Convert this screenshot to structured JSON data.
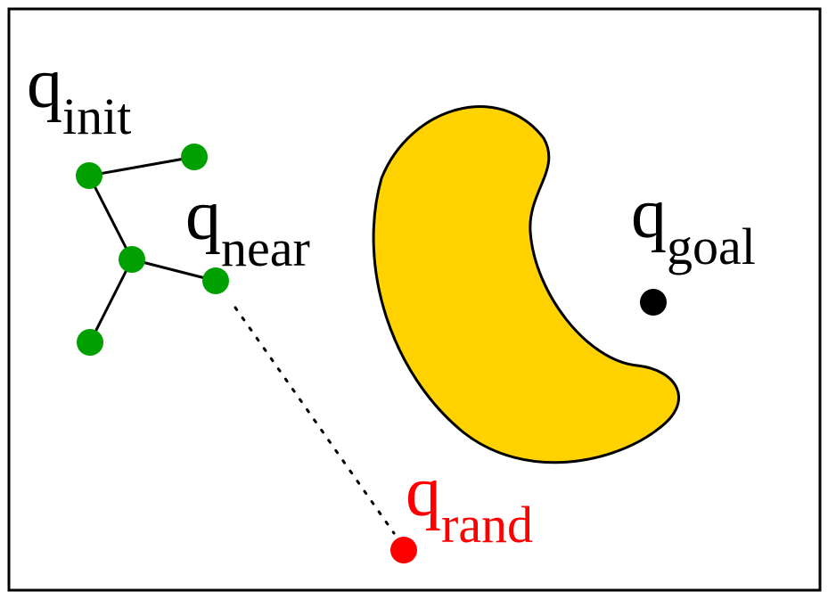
{
  "labels": {
    "q_init": {
      "base": "q",
      "sub": "init"
    },
    "q_near": {
      "base": "q",
      "sub": "near"
    },
    "q_goal": {
      "base": "q",
      "sub": "goal"
    },
    "q_rand": {
      "base": "q",
      "sub": "rand"
    }
  },
  "colors": {
    "tree_node": "#00a000",
    "random_sample": "#ff0000",
    "goal": "#000000",
    "obstacle_fill": "#ffd200",
    "outline": "#000000",
    "background": "#ffffff"
  },
  "tree": {
    "nodes": [
      "root",
      "leaf_top",
      "branch",
      "leaf_bottom",
      "q_near"
    ],
    "edges": [
      [
        "root",
        "leaf_top"
      ],
      [
        "root",
        "branch"
      ],
      [
        "branch",
        "leaf_bottom"
      ],
      [
        "branch",
        "q_near"
      ]
    ]
  },
  "extension": {
    "from": "q_near",
    "to": "q_rand",
    "style": "dotted"
  }
}
